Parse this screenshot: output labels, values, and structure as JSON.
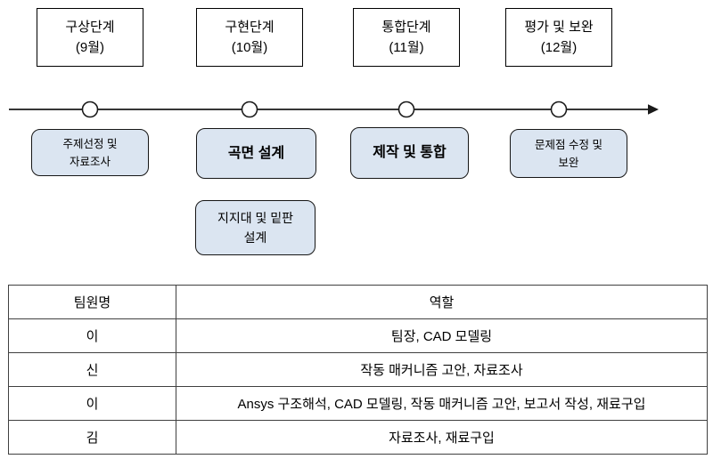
{
  "timeline": {
    "phases": [
      {
        "name": "구상단계",
        "month": "(9월)"
      },
      {
        "name": "구현단계",
        "month": "(10월)"
      },
      {
        "name": "통합단계",
        "month": "(11월)"
      },
      {
        "name": "평가 및 보완",
        "month": "(12월)"
      }
    ],
    "tasks": [
      {
        "line1": "주제선정 및",
        "line2": "자료조사"
      },
      {
        "line1": "곡면 설계",
        "line2": ""
      },
      {
        "line1": "제작 및 통합",
        "line2": ""
      },
      {
        "line1": "문제점 수정 및",
        "line2": "보완"
      }
    ],
    "subtask": {
      "line1": "지지대 및 밑판",
      "line2": "설계"
    }
  },
  "table": {
    "headers": [
      "팀원명",
      "역할"
    ],
    "rows": [
      [
        "이",
        "팀장, CAD 모델링"
      ],
      [
        "신",
        "작동 매커니즘 고안, 자료조사"
      ],
      [
        "이",
        "Ansys 구조해석, CAD 모델링, 작동 매커니즘 고안, 보고서 작성, 재료구입"
      ],
      [
        "김",
        "자료조사, 재료구입"
      ]
    ]
  },
  "colors": {
    "task_fill": "#dbe5f1",
    "box_border": "#000000",
    "table_border": "#404040"
  }
}
